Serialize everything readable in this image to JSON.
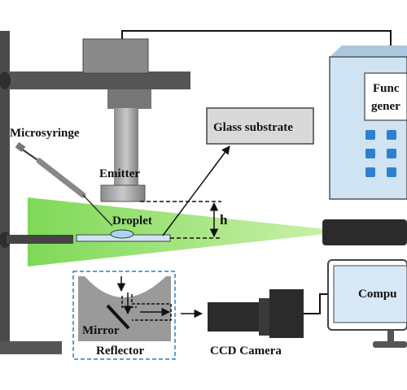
{
  "labels": {
    "microsyringe": "Microsyringe",
    "emitter": "Emitter",
    "glass_substrate": "Glass substrate",
    "droplet": "Droplet",
    "height": "h",
    "function_generator_line1": "Func",
    "function_generator_line2": "gener",
    "computer": "Compu",
    "mirror": "Mirror",
    "reflector": "Reflector",
    "ccd_camera": "CCD Camera"
  },
  "colors": {
    "beam": "#7ed957",
    "metal_dark": "#555555",
    "metal_mid": "#8a8a8a",
    "metal_light": "#b8b8b8",
    "panel_blue": "#cfe3f3",
    "screen_blue": "#d8e8f7",
    "keypad_blue": "#2f7fd0",
    "dashed_box": "#2a7fc0",
    "droplet": "#a9d4ee"
  }
}
